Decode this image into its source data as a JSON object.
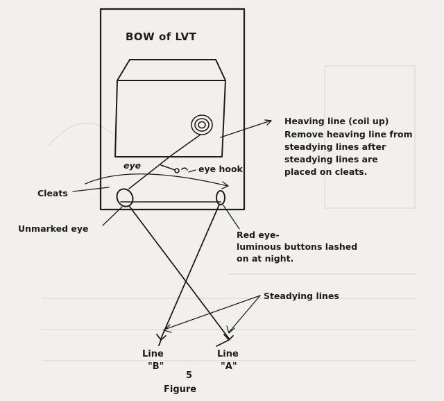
{
  "title": "BOW of LVT",
  "labels": {
    "heaving_line": "Heaving line (coil up)",
    "heaving_note_1": "Remove heaving line from",
    "heaving_note_2": "steadying lines after",
    "heaving_note_3": "steadying lines are",
    "heaving_note_4": "placed on cleats.",
    "eye": "eye",
    "eye_hook": "eye hook",
    "cleats": "Cleats",
    "unmarked_eye": "Unmarked eye",
    "red_eye_1": "Red eye-",
    "red_eye_2": "luminous buttons lashed",
    "red_eye_3": "on at night.",
    "steadying_lines": "Steadying lines",
    "line_b_1": "Line",
    "line_b_2": "\"B\"",
    "line_a_1": "Line",
    "line_a_2": "\"A\"",
    "figure_number": "5",
    "figure": "Figure"
  },
  "colors": {
    "paper": "#f1f0ec",
    "ink": "#1c1c1c"
  }
}
